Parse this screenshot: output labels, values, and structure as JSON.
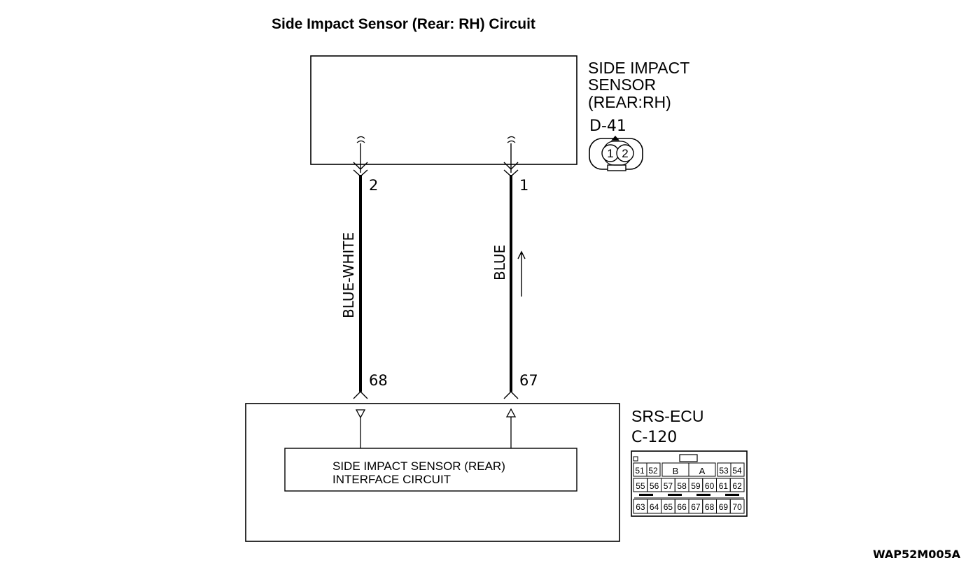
{
  "title": "Side Impact Sensor (Rear: RH) Circuit",
  "sensor": {
    "name_lines": [
      "SIDE IMPACT",
      "SENSOR",
      "(REAR:RH)"
    ],
    "connector": "D-41",
    "pin_labels": [
      "1",
      "2"
    ]
  },
  "wires": [
    {
      "from_pin": "2",
      "to_pin": "68",
      "color_label": "BLUE-WHITE"
    },
    {
      "from_pin": "1",
      "to_pin": "67",
      "color_label": "BLUE"
    }
  ],
  "ecu": {
    "name": "SRS-ECU",
    "connector": "C-120",
    "circuit_lines": [
      "SIDE IMPACT SENSOR (REAR)",
      "INTERFACE CIRCUIT"
    ],
    "connector_face": {
      "top_row": [
        "51",
        "52",
        "B",
        "A",
        "53",
        "54"
      ],
      "middle_row": [
        "55",
        "56",
        "57",
        "58",
        "59",
        "60",
        "61",
        "62"
      ],
      "bottom_row": [
        "63",
        "64",
        "65",
        "66",
        "67",
        "68",
        "69",
        "70"
      ]
    }
  },
  "figure_code": "WAP52M005A"
}
